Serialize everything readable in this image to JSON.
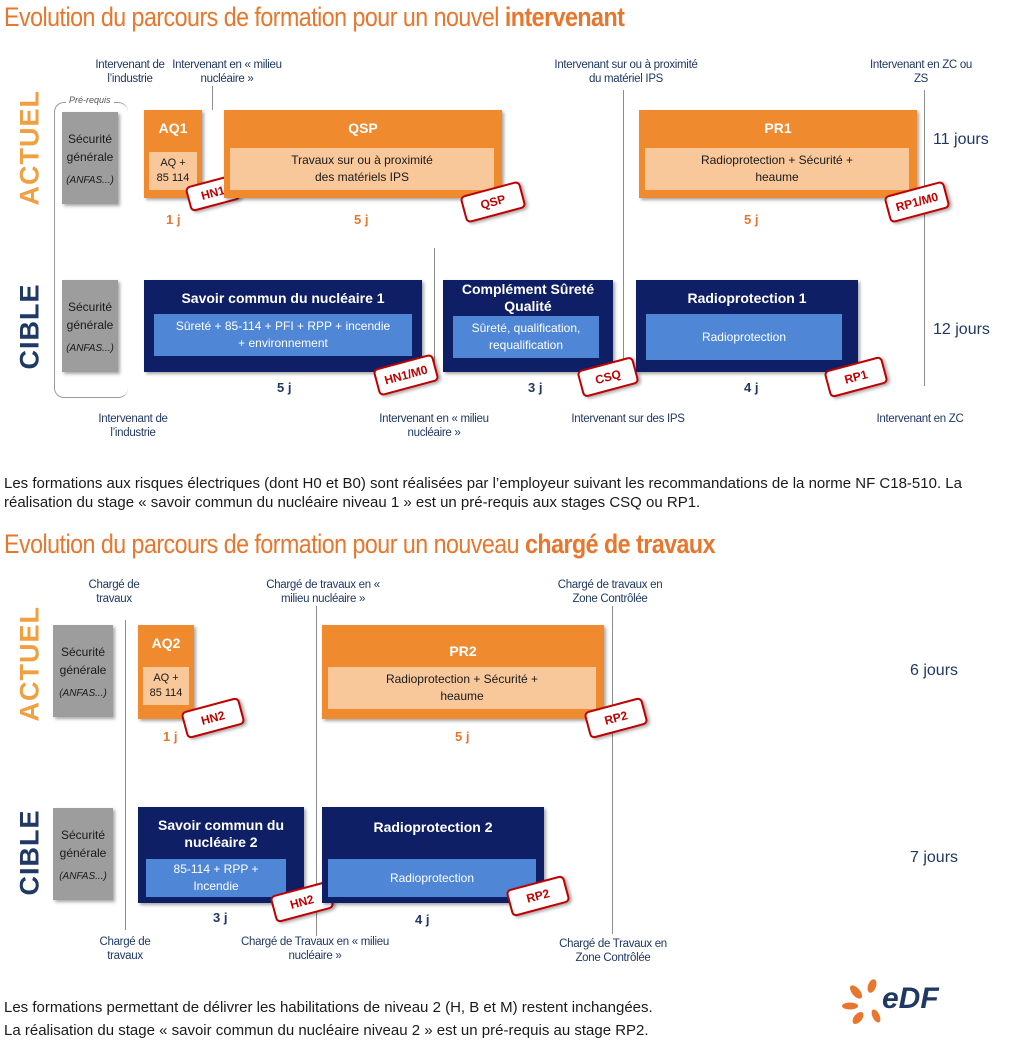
{
  "section1": {
    "title_prefix": "Evolution du parcours de formation pour un nouvel ",
    "title_bold": "intervenant",
    "top_labels": [
      "Intervenant de l’industrie",
      "Intervenant en « milieu nucléaire »",
      "Intervenant sur ou à proximité du matériel IPS",
      "Intervenant en ZC ou ZS"
    ],
    "bottom_labels": [
      "Intervenant de l’industrie",
      "Intervenant en « milieu nucléaire »",
      "Intervenant sur des IPS",
      "Intervenant en ZC"
    ],
    "prerequis": "Pré-requis",
    "actuel_label": "ACTUEL",
    "cible_label": "CIBLE",
    "grey_box": {
      "l1": "Sécurité",
      "l2": "générale",
      "l3": "(ANFAS...)"
    },
    "actuel": {
      "aq1": {
        "title": "AQ1",
        "inner": "AQ + 85 114",
        "stamp": "HN1",
        "duration": "1 j"
      },
      "qsp": {
        "title": "QSP",
        "inner": "Travaux sur ou à proximité des matériels IPS",
        "stamp": "QSP",
        "duration": "5 j"
      },
      "pr1": {
        "title": "PR1",
        "inner": "Radioprotection + Sécurité + heaume",
        "stamp": "RP1/M0",
        "duration": "5 j"
      },
      "total": "11 jours"
    },
    "cible": {
      "scn1": {
        "title": "Savoir commun du nucléaire 1",
        "inner": "Sûreté + 85-114 + PFI + RPP + incendie + environnement",
        "stamp": "HN1/M0",
        "duration": "5 j"
      },
      "csq": {
        "title": "Complément Sûreté Qualité",
        "inner": "Sûreté, qualification, requalification",
        "stamp": "CSQ",
        "duration": "3 j"
      },
      "rp1": {
        "title": "Radioprotection 1",
        "inner": "Radioprotection",
        "stamp": "RP1",
        "duration": "4 j"
      },
      "total": "12 jours"
    },
    "paragraph": "Les formations aux risques électriques (dont H0 et B0) sont réalisées par l’employeur suivant les recommandations de la norme NF C18-510. La réalisation du stage « savoir commun du nucléaire niveau 1 » est un pré-requis aux stages CSQ ou RP1."
  },
  "section2": {
    "title_prefix": "Evolution du parcours de formation pour un nouveau ",
    "title_bold": "chargé de travaux",
    "top_labels": [
      "Chargé de travaux",
      "Chargé de travaux en « milieu nucléaire »",
      "Chargé de travaux en Zone Contrôlée"
    ],
    "bottom_labels": [
      "Chargé de travaux",
      "Chargé de Travaux en « milieu nucléaire »",
      "Chargé de Travaux en Zone Contrôlée"
    ],
    "actuel_label": "ACTUEL",
    "cible_label": "CIBLE",
    "grey_box": {
      "l1": "Sécurité",
      "l2": "générale",
      "l3": "(ANFAS...)"
    },
    "actuel": {
      "aq2": {
        "title": "AQ2",
        "inner": "AQ + 85 114",
        "stamp": "HN2",
        "duration": "1 j"
      },
      "pr2": {
        "title": "PR2",
        "inner": "Radioprotection + Sécurité + heaume",
        "stamp": "RP2",
        "duration": "5 j"
      },
      "total": "6 jours"
    },
    "cible": {
      "scn2": {
        "title": "Savoir commun du nucléaire 2",
        "inner": "85-114 + RPP + Incendie",
        "stamp": "HN2",
        "duration": "3 j"
      },
      "rp2": {
        "title": "Radioprotection 2",
        "inner": "Radioprotection",
        "stamp": "RP2",
        "duration": "4 j"
      },
      "total": "7 jours"
    },
    "paragraph_1": "Les formations permettant de délivrer les habilitations de niveau 2 (H, B et M) restent inchangées.",
    "paragraph_2": "La réalisation du stage « savoir commun du nucléaire niveau 2 » est un pré-requis au stage RP2."
  },
  "logo": {
    "text": "eDF",
    "color": "#e8762d",
    "text_color": "#1f3864"
  }
}
